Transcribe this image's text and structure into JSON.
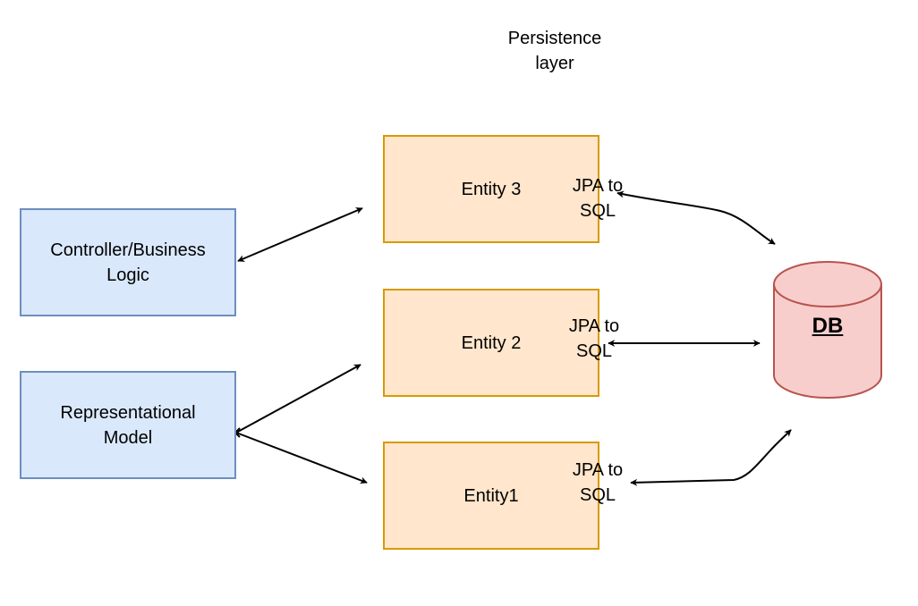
{
  "title": "Persistence\nlayer",
  "colors": {
    "blue_fill": "#dae8fc",
    "blue_stroke": "#6c8ebf",
    "orange_fill": "#ffe6cc",
    "orange_stroke": "#d79b00",
    "db_fill": "#f8cecc",
    "db_stroke": "#b85450"
  },
  "nodes": {
    "controller": "Controller/Business\nLogic",
    "representational": "Representational\nModel",
    "entity3": "Entity 3",
    "entity2": "Entity 2",
    "entity1": "Entity1",
    "db": "DB"
  },
  "edge_labels": {
    "jpa3": "JPA to\nSQL",
    "jpa2": "JPA to\nSQL",
    "jpa1": "JPA to\nSQL"
  }
}
